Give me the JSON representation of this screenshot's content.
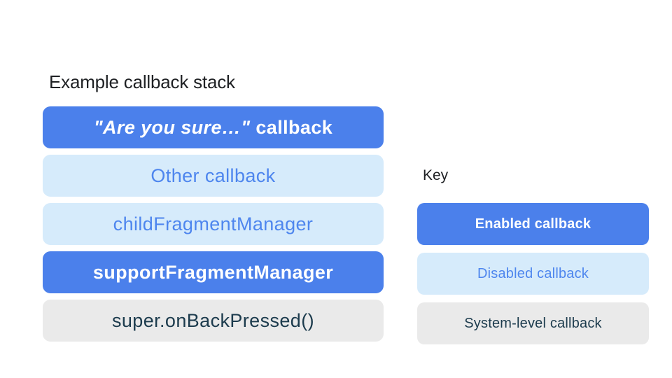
{
  "stack": {
    "title": "Example callback stack",
    "items": [
      {
        "quoted": "\"Are you sure…\"",
        "suffix": " callback",
        "state": "enabled"
      },
      {
        "label": "Other callback",
        "state": "disabled"
      },
      {
        "label": "childFragmentManager",
        "state": "disabled"
      },
      {
        "label": "supportFragmentManager",
        "state": "enabled"
      },
      {
        "label": "super.onBackPressed()",
        "state": "system"
      }
    ]
  },
  "key": {
    "title": "Key",
    "items": [
      {
        "label": "Enabled callback",
        "state": "enabled"
      },
      {
        "label": "Disabled callback",
        "state": "disabled"
      },
      {
        "label": "System-level callback",
        "state": "system"
      }
    ]
  },
  "colors": {
    "background": "#FFFFFF",
    "heading": "#1F2124",
    "enabled_bg": "#4B80EB",
    "enabled_text": "#FFFFFF",
    "disabled_bg": "#D6EBFB",
    "disabled_text": "#4E86EE",
    "system_bg": "#EAEAEA",
    "system_text": "#1C3B4D"
  }
}
